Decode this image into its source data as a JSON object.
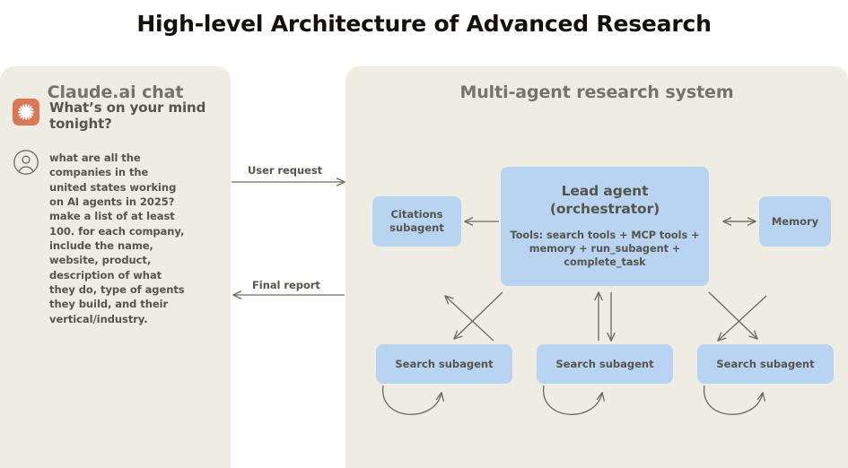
{
  "title": "High-level Architecture of Advanced Research",
  "colors": {
    "panel_bg": "#eeece3",
    "node_blue": "#b8d4f0",
    "claude_orange": "#d97757",
    "text_gray": "#57544d",
    "heading_gray": "#76736b",
    "title_black": "#13110e",
    "arrow_gray": "#6f6c64",
    "page_bg": "#ffffff"
  },
  "left_panel": {
    "heading": "Claude.ai chat",
    "assistant_message": "What’s on your mind tonight?",
    "user_message": "what are all the companies in the united states working on AI agents in 2025? make a list of at least 100. for each company, include the name, website, product, description of what they do, type of agents they build, and their vertical/industry.",
    "claude_logo_icon": "claude-starburst-icon",
    "user_avatar_icon": "user-avatar-icon"
  },
  "right_panel": {
    "heading": "Multi-agent research system"
  },
  "flows": {
    "user_request": "User request",
    "final_report": "Final report"
  },
  "nodes": {
    "lead_agent": {
      "title": "Lead agent\n(orchestrator)",
      "title_line1": "Lead agent",
      "title_line2": "(orchestrator)",
      "tools": "Tools: search tools + MCP tools + memory + run_subagent + complete_task"
    },
    "citations": "Citations subagent",
    "citations_line1": "Citations",
    "citations_line2": "subagent",
    "memory": "Memory",
    "search_subagents": [
      "Search subagent",
      "Search subagent",
      "Search subagent"
    ]
  }
}
